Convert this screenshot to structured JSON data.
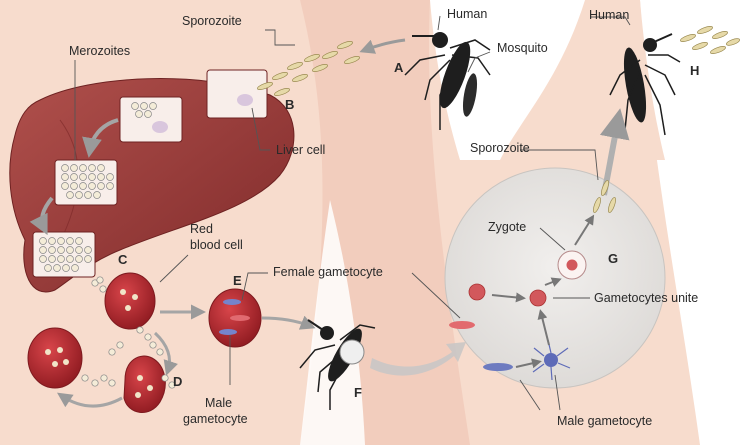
{
  "labels": {
    "sporozoite_top": "Sporozoite",
    "human_left": "Human",
    "human_right": "Human",
    "mosquito": "Mosquito",
    "merozoites": "Merozoites",
    "liver_cell": "Liver cell",
    "red_blood_cell_1": "Red",
    "red_blood_cell_2": "blood cell",
    "female_gametocyte": "Female gametocyte",
    "sporozoite_circle": "Sporozoite",
    "zygote": "Zygote",
    "gametocytes_unite": "Gametocytes unite",
    "male_gametocyte_left_1": "Male",
    "male_gametocyte_left_2": "gametocyte",
    "male_gametocyte_right": "Male gametocyte"
  },
  "stages": {
    "a": "A",
    "b": "B",
    "c": "C",
    "d": "D",
    "e": "E",
    "f": "F",
    "g": "G",
    "h": "H"
  },
  "colors": {
    "skin": "#f7dccd",
    "liver": "#9c3e3c",
    "blood_cell": "#b3262c",
    "circle": "#e8e6e4",
    "mosquito": "#1e1e1e"
  }
}
